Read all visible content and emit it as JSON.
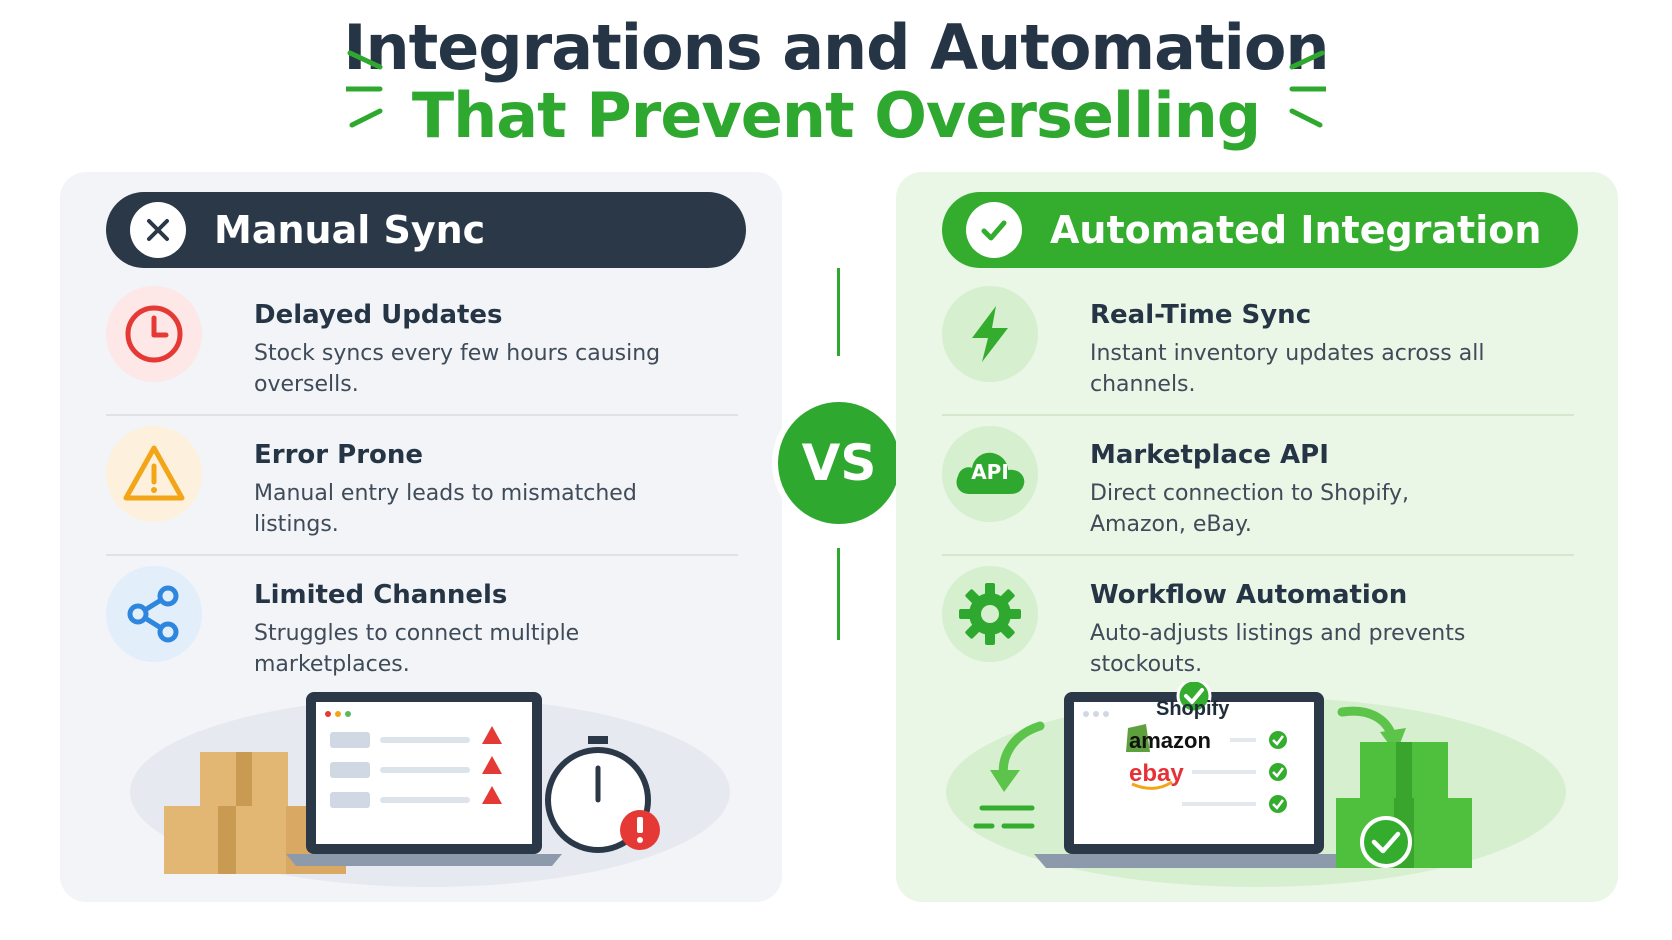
{
  "title": {
    "line1": "Integrations and Automation",
    "line2": "That Prevent Overselling"
  },
  "colors": {
    "dark": "#2b3848",
    "green": "#34ad2f",
    "red": "#e53935",
    "amber": "#f2a516",
    "blue": "#2e86de"
  },
  "manual": {
    "title": "Manual Sync",
    "badge_icon": "x-icon",
    "items": [
      {
        "title": "Delayed Updates",
        "desc": "Stock syncs every few hours causing oversells.",
        "icon": "clock-icon"
      },
      {
        "title": "Error Prone",
        "desc": "Manual entry leads to mismatched listings.",
        "icon": "warning-icon"
      },
      {
        "title": "Limited Channels",
        "desc": "Struggles to connect multiple marketplaces.",
        "icon": "share-nodes-icon"
      }
    ]
  },
  "vs": {
    "label": "VS"
  },
  "automated": {
    "title": "Automated Integration",
    "badge_icon": "check-icon",
    "items": [
      {
        "title": "Real-Time Sync",
        "desc": "Instant inventory updates across all channels.",
        "icon": "lightning-icon"
      },
      {
        "title": "Marketplace API",
        "desc": "Direct connection to Shopify, Amazon, eBay.",
        "icon": "api-cloud-icon",
        "icon_label": "API"
      },
      {
        "title": "Workflow Automation",
        "desc": "Auto-adjusts listings and prevents stockouts.",
        "icon": "gear-icon"
      }
    ]
  },
  "illustration_right": {
    "brands": [
      "Shopify",
      "amazon",
      "ebay"
    ]
  }
}
